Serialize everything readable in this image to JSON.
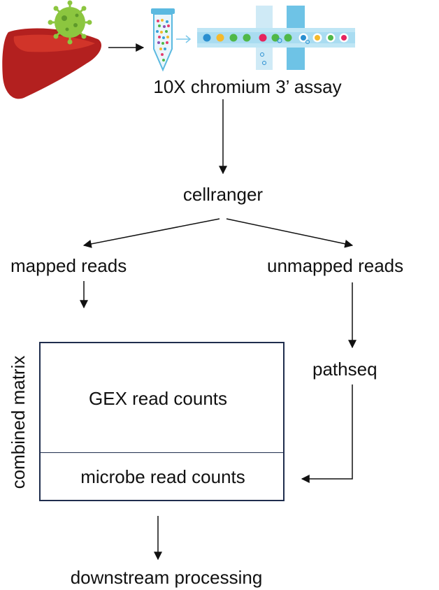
{
  "labels": {
    "assay": "10X chromium 3’ assay",
    "cellranger": "cellranger",
    "mapped": "mapped reads",
    "unmapped": "unmapped reads",
    "pathseq": "pathseq",
    "gex": "GEX read counts",
    "microbe": "microbe read counts",
    "combined": "combined matrix",
    "downstream": "downstream processing"
  },
  "icons": {
    "liver": "liver-icon",
    "virus": "virus-icon",
    "tube": "tube-icon",
    "microfluidic": "microfluidic-chip-icon"
  },
  "colors": {
    "liver": "#b3201f",
    "virus": "#8cc63f",
    "chip": "#bfe6f5",
    "chip_channel": "#6ec3e6",
    "box_border": "#1f2d4d"
  }
}
